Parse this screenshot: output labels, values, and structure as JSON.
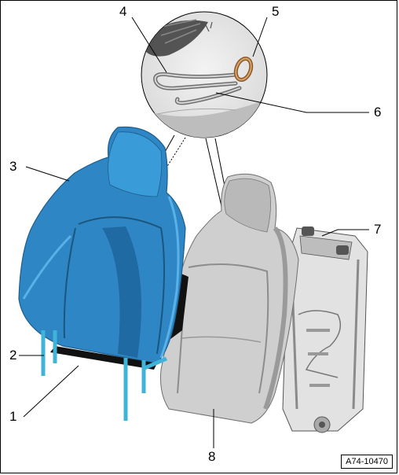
{
  "callouts": [
    {
      "id": "1",
      "label": "1"
    },
    {
      "id": "2",
      "label": "2"
    },
    {
      "id": "3",
      "label": "3"
    },
    {
      "id": "4",
      "label": "4"
    },
    {
      "id": "5",
      "label": "5"
    },
    {
      "id": "6",
      "label": "6"
    },
    {
      "id": "7",
      "label": "7"
    },
    {
      "id": "8",
      "label": "8"
    }
  ],
  "reference_code": "A74-10470",
  "colors": {
    "foam_blue": "#2f86c4",
    "foam_blue_dark": "#1f5e8c",
    "cover_gray": "#cfcfcf",
    "cover_gray_dark": "#8d8d8d",
    "frame_gray": "#d8d8d8",
    "wire_cyan": "#3fb3d8",
    "ring_bronze": "#c8874a"
  },
  "icons": {
    "backrest_foam": "seat-backrest-foam",
    "backrest_cover": "seat-backrest-cover",
    "backrest_frame": "seat-backrest-frame",
    "detail_magnifier": "hog-ring-detail-circle"
  }
}
